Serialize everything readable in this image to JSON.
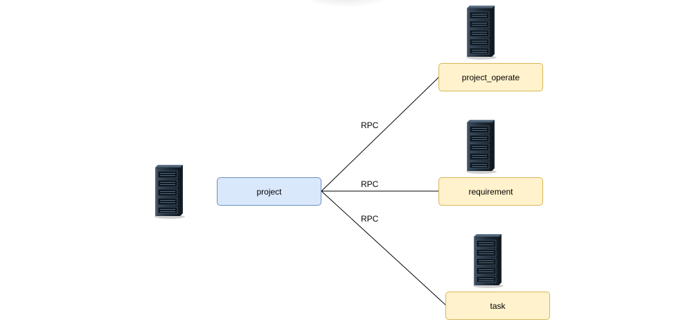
{
  "nodes": {
    "project": {
      "label": "project"
    },
    "project_operate": {
      "label": "project_operate"
    },
    "requirement": {
      "label": "requirement"
    },
    "task": {
      "label": "task"
    }
  },
  "edges": [
    {
      "from": "project",
      "to": "project_operate",
      "label": "RPC"
    },
    {
      "from": "project",
      "to": "requirement",
      "label": "RPC"
    },
    {
      "from": "project",
      "to": "task",
      "label": "RPC"
    }
  ],
  "icons": {
    "server": "server-rack-icon"
  },
  "colors": {
    "main_fill": "#dae8fc",
    "main_stroke": "#6c8ebf",
    "service_fill": "#fff2cc",
    "service_stroke": "#d6b656",
    "edge": "#000000"
  }
}
